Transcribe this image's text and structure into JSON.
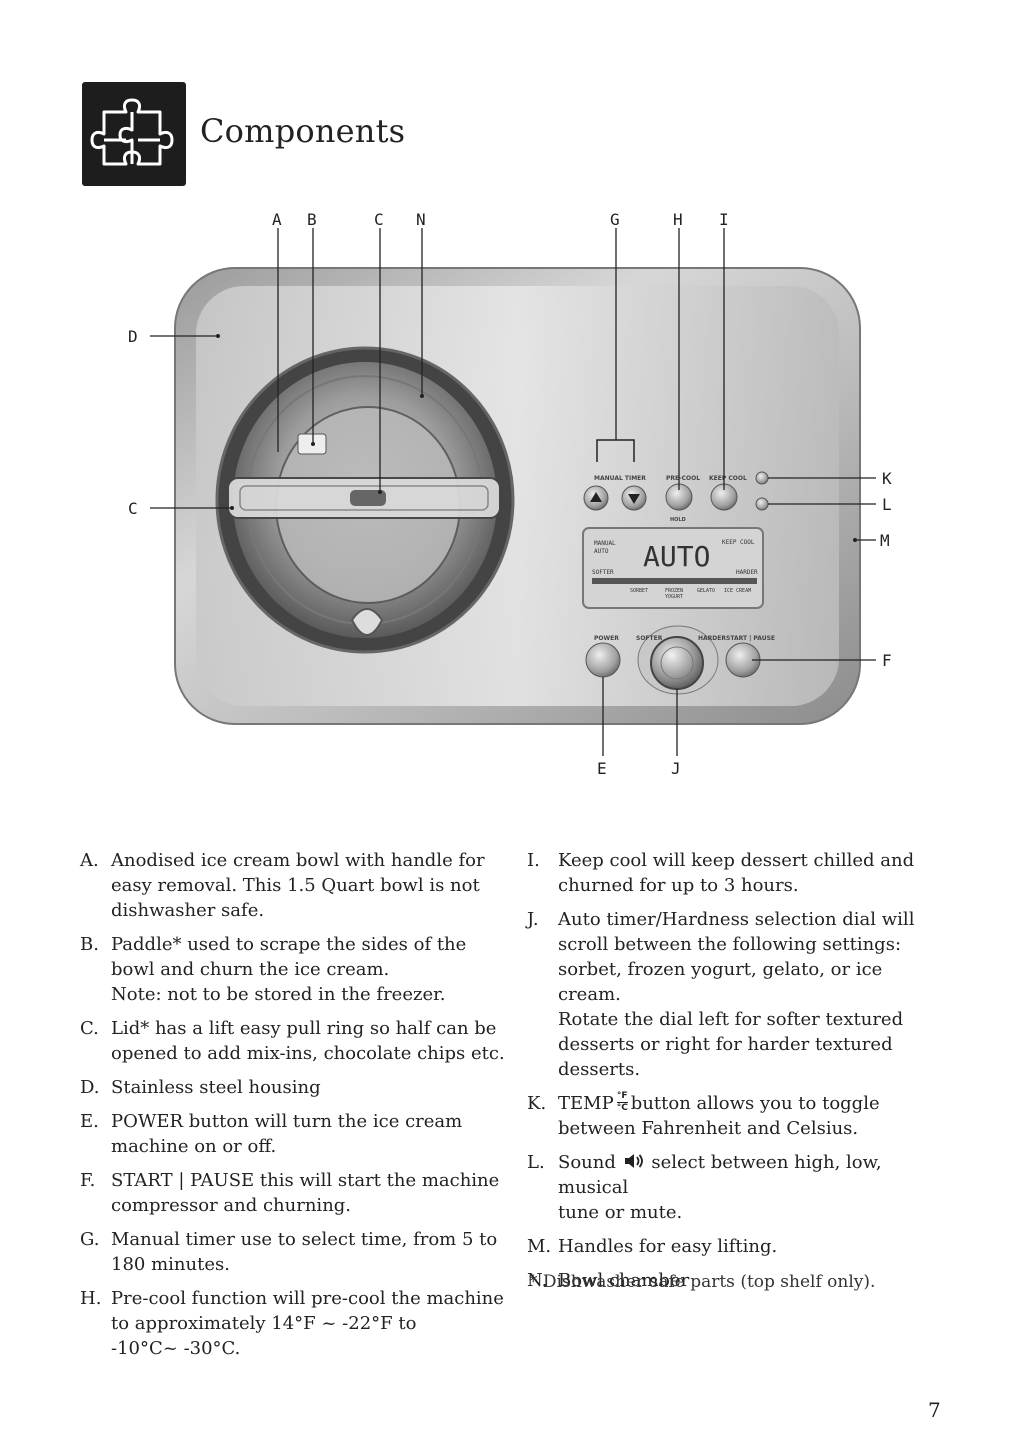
{
  "header": {
    "title": "Components",
    "icon": "puzzle-icon"
  },
  "figure": {
    "callouts": {
      "A": "A",
      "B": "B",
      "C_top": "C",
      "N": "N",
      "G": "G",
      "H": "H",
      "I": "I",
      "D": "D",
      "C_left": "C",
      "K": "K",
      "L": "L",
      "M": "M",
      "F": "F",
      "E": "E",
      "J": "J"
    },
    "panel": {
      "manual_timer": "MANUAL TIMER",
      "pre_cool": "PRE-COOL",
      "keep_cool": "KEEP COOL",
      "hold": "HOLD",
      "power": "POWER",
      "start_pause": "START | PAUSE",
      "softer": "SOFTER",
      "harder": "HARDER",
      "lcd": {
        "manual": "MANUAL",
        "auto_small": "AUTO",
        "softer": "SOFTER",
        "display": "AUTO",
        "keep_cool": "KEEP COOL",
        "harder": "HARDER",
        "sorbet": "SORBET",
        "frozen": "FROZEN",
        "yogurt": "YOGURT",
        "gelato": "GELATO",
        "ice_cream": "ICE CREAM"
      }
    }
  },
  "left_items": [
    {
      "letter": "A.",
      "lines": [
        "Anodised ice cream bowl with handle for",
        "easy removal. This 1.5 Quart bowl is not",
        "dishwasher safe."
      ]
    },
    {
      "letter": "B.",
      "lines": [
        "Paddle* used to scrape the sides of the",
        "bowl and churn the ice cream.",
        "Note: not to be stored in the freezer."
      ]
    },
    {
      "letter": "C.",
      "lines": [
        "Lid* has a lift easy pull ring so half can be",
        "opened to add mix-ins, chocolate chips etc."
      ]
    },
    {
      "letter": "D.",
      "lines": [
        "Stainless steel housing"
      ]
    },
    {
      "letter": "E.",
      "lines": [
        "POWER button will turn the ice cream",
        "machine on or off."
      ]
    },
    {
      "letter": "F.",
      "lines": [
        "START | PAUSE this will start the machine",
        "compressor and churning."
      ]
    },
    {
      "letter": "G.",
      "lines": [
        "Manual timer use to select time, from 5 to",
        "180 minutes."
      ]
    },
    {
      "letter": "H.",
      "lines": [
        "Pre-cool function will pre-cool the machine",
        "to approximately 14°F ~ -22°F to",
        "-10°C~ -30°C."
      ]
    }
  ],
  "right_items": [
    {
      "letter": "I.",
      "lines": [
        "Keep cool will keep dessert chilled and",
        "churned for up to 3 hours."
      ]
    },
    {
      "letter": "J.",
      "lines": [
        "Auto timer/Hardness selection dial will",
        "scroll between the following settings:",
        "sorbet, frozen yogurt, gelato, or ice cream.",
        "Rotate the dial left for softer textured",
        "desserts or right for harder textured",
        "desserts."
      ]
    },
    {
      "letter": "K.",
      "pre": "TEMP",
      "glyph_top": "°F",
      "glyph_bottom": "°C",
      "post": "button allows you to toggle",
      "lines": [
        "between Fahrenheit and Celsius."
      ]
    },
    {
      "letter": "L.",
      "pre": "Sound",
      "post": "select between high, low, musical",
      "lines": [
        "tune or mute."
      ]
    },
    {
      "letter": "M.",
      "lines": [
        "Handles for easy lifting."
      ]
    },
    {
      "letter": "N.",
      "lines": [
        "Bowl chamber"
      ]
    }
  ],
  "footnote": "* Dishwasher safe parts (top shelf only).",
  "page_number": "7"
}
